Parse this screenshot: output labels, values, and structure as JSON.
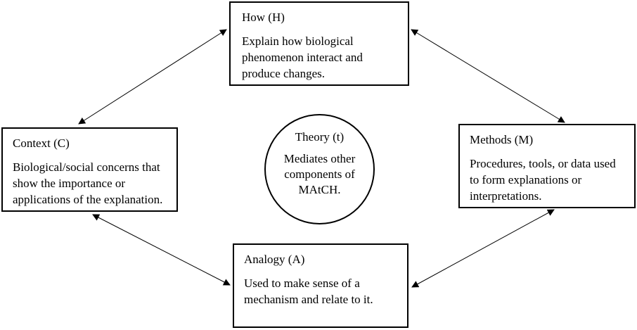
{
  "diagram": {
    "how": {
      "title": "How (H)",
      "description": "Explain how biological phenomenon interact and produce changes."
    },
    "context": {
      "title": "Context (C)",
      "description": "Biological/social concerns that show the importance or applications of the explanation."
    },
    "methods": {
      "title": "Methods (M)",
      "description": "Procedures, tools, or data used to form explanations or interpretations."
    },
    "analogy": {
      "title": "Analogy (A)",
      "description": "Used to make sense of a mechanism and relate to it."
    },
    "theory": {
      "title": "Theory (t)",
      "description": "Mediates other components of MAtCH."
    },
    "connections": [
      {
        "from": "how",
        "to": "context",
        "direction": "bidirectional"
      },
      {
        "from": "how",
        "to": "methods",
        "direction": "bidirectional"
      },
      {
        "from": "context",
        "to": "analogy",
        "direction": "bidirectional"
      },
      {
        "from": "methods",
        "to": "analogy",
        "direction": "bidirectional"
      }
    ],
    "colors": {
      "stroke": "#000000",
      "background": "#ffffff"
    }
  }
}
